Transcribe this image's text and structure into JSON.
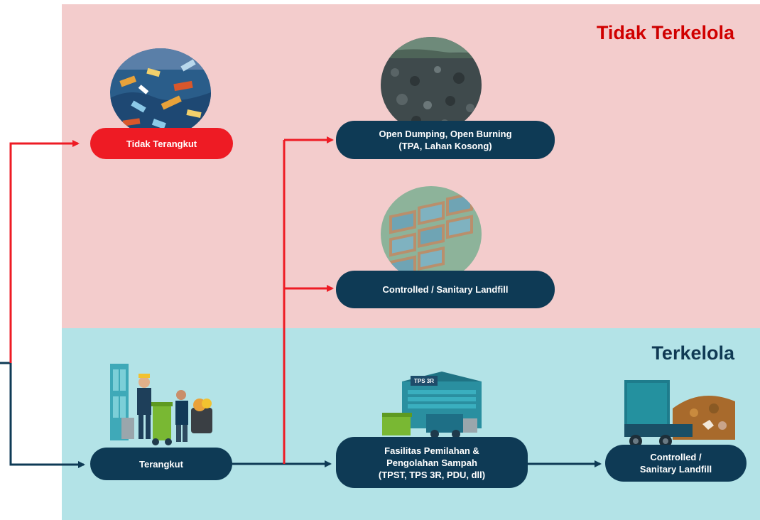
{
  "colors": {
    "unmanaged_bg": "#F3CCCC",
    "managed_bg": "#B3E3E7",
    "unmanaged_title": "#D00000",
    "managed_title": "#103A54",
    "pill_dark": "#0E3A55",
    "pill_red": "#EE1B24",
    "arrow_red": "#EE1B24",
    "arrow_dark": "#0E3A55"
  },
  "zones": {
    "unmanaged": {
      "title": "Tidak Terkelola"
    },
    "managed": {
      "title": "Terkelola"
    }
  },
  "nodes": {
    "tidak_terangkut": {
      "label": "Tidak Terangkut",
      "icon": "garbage-pile-illustration"
    },
    "open_dumping": {
      "lines": [
        "Open Dumping, Open Burning",
        "(TPA, Lahan Kosong)"
      ],
      "icon": "dump-site-illustration"
    },
    "controlled_landfill_top": {
      "label": "Controlled / Sanitary Landfill",
      "icon": "landfill-cells-illustration"
    },
    "terangkut": {
      "label": "Terangkut",
      "icon": "waste-workers-illustration"
    },
    "fasilitas": {
      "lines": [
        "Fasilitas Pemilahan &",
        "Pengolahan Sampah",
        "(TPST, TPS 3R, PDU, dll)"
      ],
      "icon": "tps3r-facility-illustration",
      "building_sign": "TPS 3R"
    },
    "controlled_landfill_bottom": {
      "lines": [
        "Controlled /",
        "Sanitary Landfill"
      ],
      "icon": "garbage-truck-illustration"
    }
  }
}
